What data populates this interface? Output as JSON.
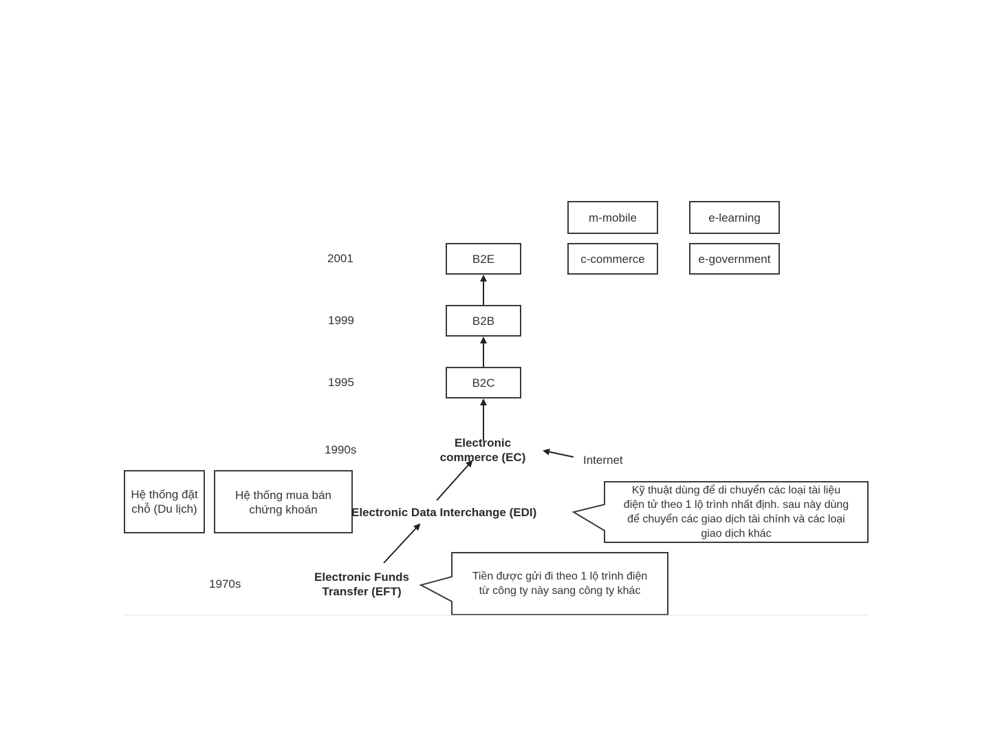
{
  "years": {
    "y2001": "2001",
    "y1999": "1999",
    "y1995": "1995",
    "y1990s": "1990s",
    "y1970s": "1970s"
  },
  "nodes": {
    "b2e": "B2E",
    "b2b": "B2B",
    "b2c": "B2C",
    "ec_line1": "Electronic",
    "ec_line2": "commerce (EC)",
    "edi": "Electronic Data Interchange (EDI)",
    "eft_line1": "Electronic Funds",
    "eft_line2": "Transfer (EFT)"
  },
  "side_boxes": {
    "m_mobile": "m-mobile",
    "e_learning": "e-learning",
    "c_commerce": "c-commerce",
    "e_government": "e-government"
  },
  "left_boxes": {
    "reservation_line1": "Hệ thống đặt",
    "reservation_line2": "chỗ (Du lịch)",
    "securities_line1": "Hệ thống mua bán",
    "securities_line2": "chứng khoán"
  },
  "internet": "Internet",
  "callouts": {
    "edi_line1": "Kỹ thuật dùng để di chuyển các loại tài liệu",
    "edi_line2": "điện tử theo 1 lộ trình nhất định. sau này dùng",
    "edi_line3": "để chuyển các giao dịch tài chính và các loại",
    "edi_line4": "giao dịch khác",
    "eft_line1": "Tiền được gửi đi theo 1 lộ trình điện",
    "eft_line2": "từ công ty này sang công ty khác"
  }
}
